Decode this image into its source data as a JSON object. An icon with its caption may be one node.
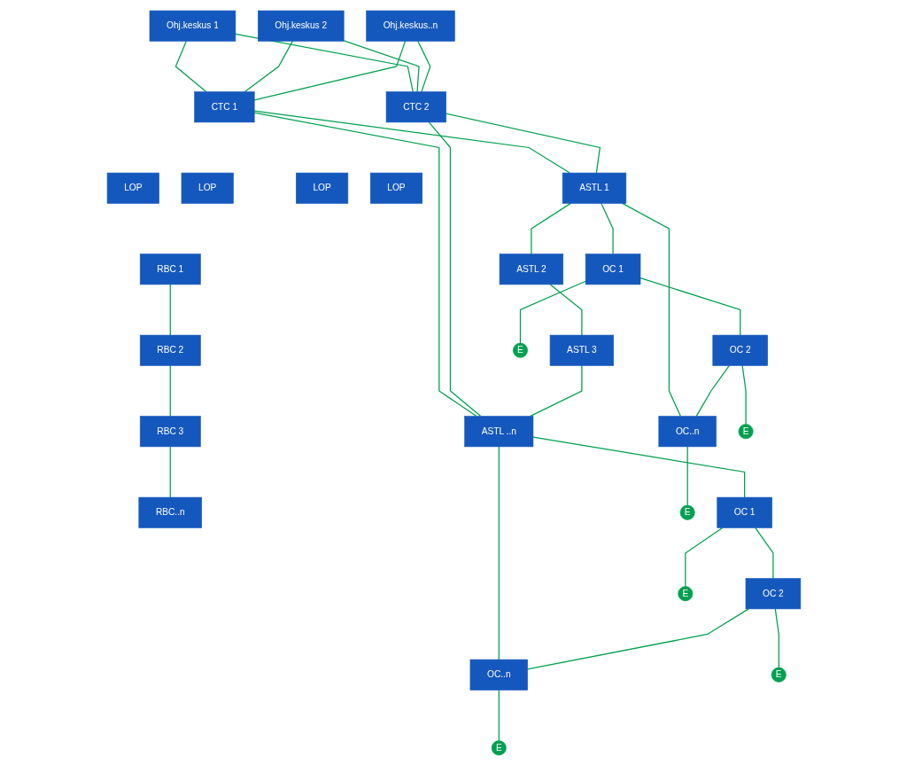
{
  "diagram": {
    "nodes": [
      {
        "text": [
          "Ohj.keskus 1"
        ]
      },
      {
        "text": [
          "Ohj.keskus 2"
        ]
      },
      {
        "text": [
          "Ohj.keskus..n"
        ]
      },
      {
        "text": [
          "CTC 1"
        ]
      },
      {
        "text": [
          "CTC 2"
        ]
      },
      {
        "text": [
          "LOP"
        ]
      },
      {
        "text": [
          "LOP"
        ]
      },
      {
        "text": [
          "LOP"
        ]
      },
      {
        "text": [
          "LOP"
        ]
      },
      {
        "text": [
          "RBC 1"
        ]
      },
      {
        "text": [
          "RBC 2"
        ]
      },
      {
        "text": [
          "RBC 3"
        ]
      },
      {
        "text": [
          "RBC..n"
        ]
      },
      {
        "text": [
          "ASTL 1"
        ]
      },
      {
        "text": [
          "ASTL 2"
        ]
      },
      {
        "text": [
          "ASTL 3"
        ]
      },
      {
        "text": [
          "ASTL ..n"
        ]
      },
      {
        "text": [
          "OC 1"
        ]
      },
      {
        "text": [
          "OC 2"
        ]
      },
      {
        "text": [
          "OC..n"
        ]
      },
      {
        "text": [
          "OC 1"
        ]
      },
      {
        "text": [
          "OC 2"
        ]
      },
      {
        "text": [
          "OC..n"
        ]
      },
      {
        "text": [
          "E"
        ]
      },
      {
        "text": [
          "E"
        ]
      },
      {
        "text": [
          "E"
        ]
      },
      {
        "text": [
          "E"
        ]
      },
      {
        "text": [
          "E"
        ]
      },
      {
        "text": [
          "E"
        ]
      }
    ],
    "edges": [
      {
        "from": 0,
        "to": 3,
        "arrow": "none"
      },
      {
        "from": 0,
        "to": 4,
        "arrow": "none"
      },
      {
        "from": 1,
        "to": 3,
        "arrow": "none"
      },
      {
        "from": 1,
        "to": 4,
        "arrow": "none"
      },
      {
        "from": 2,
        "to": 3,
        "arrow": "none"
      },
      {
        "from": 2,
        "to": 4,
        "arrow": "none"
      },
      {
        "from": 3,
        "to": 13,
        "arrow": "none"
      },
      {
        "from": 3,
        "to": 16,
        "arrow": "none"
      },
      {
        "from": 4,
        "to": 13,
        "arrow": "none"
      },
      {
        "from": 4,
        "to": 16,
        "arrow": "none"
      },
      {
        "from": 9,
        "to": 10,
        "arrow": "none"
      },
      {
        "from": 10,
        "to": 11,
        "arrow": "none"
      },
      {
        "from": 11,
        "to": 12,
        "arrow": "none"
      },
      {
        "from": 13,
        "to": 14,
        "arrow": "none"
      },
      {
        "from": 14,
        "to": 15,
        "arrow": "none"
      },
      {
        "from": 15,
        "to": 16,
        "arrow": "none"
      },
      {
        "from": 13,
        "to": 17,
        "arrow": "none"
      },
      {
        "from": 13,
        "to": 19,
        "arrow": "none"
      },
      {
        "from": 17,
        "to": 18,
        "arrow": "none"
      },
      {
        "from": 18,
        "to": 19,
        "arrow": "none"
      },
      {
        "from": 16,
        "to": 20,
        "arrow": "none"
      },
      {
        "from": 16,
        "to": 22,
        "arrow": "none"
      },
      {
        "from": 20,
        "to": 21,
        "arrow": "none"
      },
      {
        "from": 21,
        "to": 22,
        "arrow": "none"
      },
      {
        "from": 17,
        "to": 23,
        "arrow": "none"
      },
      {
        "from": 18,
        "to": 24,
        "arrow": "none"
      },
      {
        "from": 19,
        "to": 25,
        "arrow": "none"
      },
      {
        "from": 20,
        "to": 26,
        "arrow": "none"
      },
      {
        "from": 21,
        "to": 27,
        "arrow": "none"
      },
      {
        "from": 22,
        "to": 28,
        "arrow": "none"
      }
    ]
  }
}
